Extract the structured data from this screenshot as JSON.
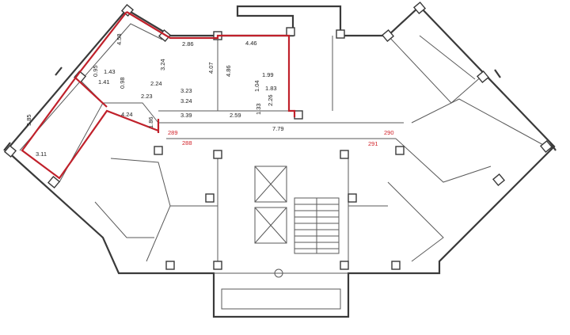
{
  "floor_plan": {
    "dimensions": [
      {
        "id": "d1",
        "text": "4.58"
      },
      {
        "id": "d2",
        "text": "2.86"
      },
      {
        "id": "d3",
        "text": "4.46"
      },
      {
        "id": "d4",
        "text": "0.95"
      },
      {
        "id": "d5",
        "text": "1.43"
      },
      {
        "id": "d6",
        "text": "3.24"
      },
      {
        "id": "d7",
        "text": "4.07"
      },
      {
        "id": "d8",
        "text": "4.86"
      },
      {
        "id": "d9",
        "text": "1.41"
      },
      {
        "id": "d10",
        "text": "0.98"
      },
      {
        "id": "d11",
        "text": "2.24"
      },
      {
        "id": "d12",
        "text": "2.23"
      },
      {
        "id": "d13",
        "text": "1.99"
      },
      {
        "id": "d14",
        "text": "1.04"
      },
      {
        "id": "d15",
        "text": "1.83"
      },
      {
        "id": "d16",
        "text": "3.23"
      },
      {
        "id": "d17",
        "text": "3.24"
      },
      {
        "id": "d18",
        "text": "2.26"
      },
      {
        "id": "d19",
        "text": "1.33"
      },
      {
        "id": "d20",
        "text": "4.24"
      },
      {
        "id": "d21",
        "text": "3.39"
      },
      {
        "id": "d22",
        "text": "2.59"
      },
      {
        "id": "d23",
        "text": "7.79"
      },
      {
        "id": "d24",
        "text": "1.86"
      },
      {
        "id": "d25",
        "text": "5.85"
      },
      {
        "id": "d26",
        "text": "3.11"
      }
    ],
    "apartment_numbers": [
      {
        "id": "a289",
        "text": "289"
      },
      {
        "id": "a288",
        "text": "288"
      },
      {
        "id": "a290",
        "text": "290"
      },
      {
        "id": "a291",
        "text": "291"
      }
    ],
    "colors": {
      "wall": "#3a3a3a",
      "highlight": "#c0212b",
      "number": "#d2232a",
      "background": "#ffffff"
    }
  }
}
